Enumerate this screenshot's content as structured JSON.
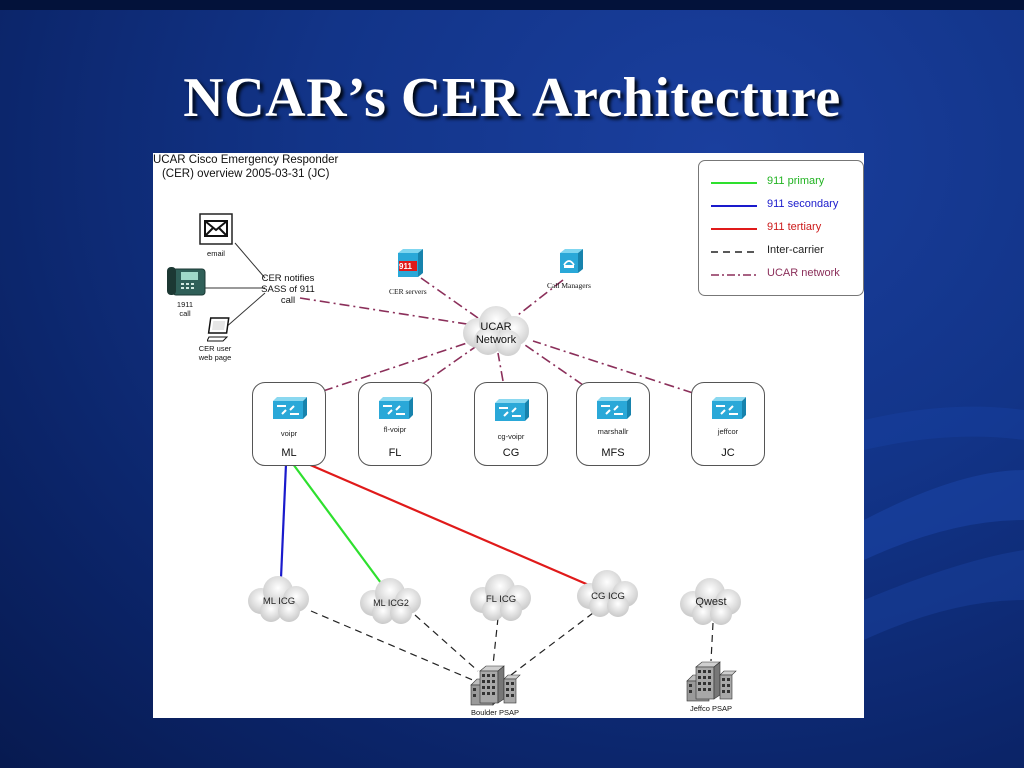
{
  "slide": {
    "title": "NCAR’s CER Architecture"
  },
  "diagram": {
    "title_line1": "UCAR Cisco Emergency Responder",
    "title_line2": "(CER) overview 2005-03-31 (JC)",
    "email_label": "email",
    "phone_label_line1": "1911",
    "phone_label_line2": "call",
    "web_label_line1": "CER user",
    "web_label_line2": "web page",
    "notify_line1": "CER notifies",
    "notify_line2": "SASS of 911",
    "notify_line3": "call",
    "cer_servers_label": "CER servers",
    "cer_badge": "911",
    "call_managers_label": "Call Managers",
    "network_line1": "UCAR",
    "network_line2": "Network",
    "sites": [
      {
        "router": "voipr",
        "site": "ML"
      },
      {
        "router": "fl-voipr",
        "site": "FL"
      },
      {
        "router": "cg-voipr",
        "site": "CG"
      },
      {
        "router": "marshallr",
        "site": "MFS"
      },
      {
        "router": "jeffcor",
        "site": "JC"
      }
    ],
    "clouds": [
      "ML ICG",
      "ML ICG2",
      "FL ICG",
      "CG ICG",
      "Qwest"
    ],
    "boulder_psap": "Boulder PSAP",
    "jeffco_psap": "Jeffco PSAP"
  },
  "legend": {
    "items": [
      {
        "label": "911 primary",
        "color": "#2ee02e",
        "text_color": "#22b322",
        "style": "solid"
      },
      {
        "label": "911 secondary",
        "color": "#1a1acc",
        "text_color": "#1a1acc",
        "style": "solid"
      },
      {
        "label": "911 tertiary",
        "color": "#e01a1a",
        "text_color": "#cc1a1a",
        "style": "solid"
      },
      {
        "label": "Inter-carrier",
        "color": "#222222",
        "text_color": "#222222",
        "style": "dashed"
      },
      {
        "label": "UCAR network",
        "color": "#8b2f5a",
        "text_color": "#8b2f5a",
        "style": "dashdot"
      }
    ]
  },
  "colors": {
    "primary": "#2ee02e",
    "secondary": "#1a1acc",
    "tertiary": "#e01a1a",
    "ucar_network": "#8b2f5a",
    "background": "#123488"
  }
}
